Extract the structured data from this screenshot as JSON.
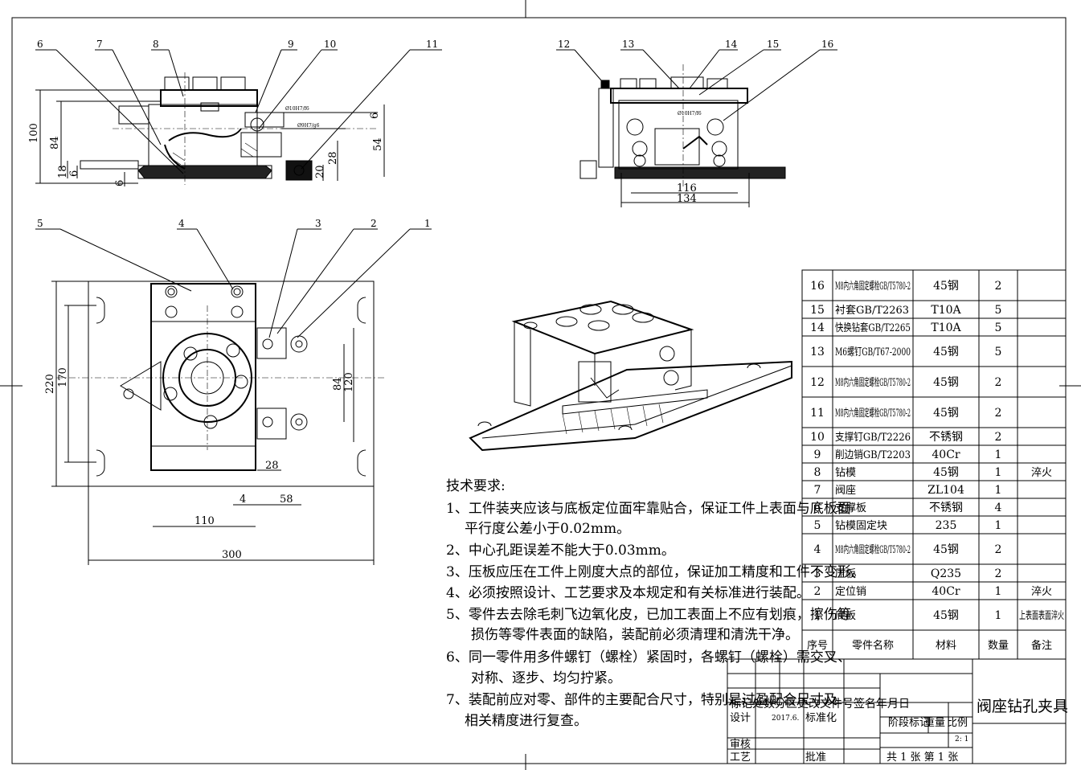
{
  "callouts_top_left": [
    "6",
    "7",
    "8",
    "9",
    "10",
    "11"
  ],
  "callouts_top_right": [
    "12",
    "13",
    "14",
    "15",
    "16"
  ],
  "callouts_plan": [
    "5",
    "4",
    "3",
    "2",
    "1"
  ],
  "dims_front": {
    "h100": "100",
    "h84": "84",
    "h18": "18",
    "h6a": "6",
    "h6b": "6",
    "fit1": "Ø10H7/f6",
    "fit2": "Ø9H7/g6",
    "h54": "54",
    "h6c": "6",
    "h28": "28",
    "h20": "20"
  },
  "dims_side": {
    "w116": "116",
    "w134": "134",
    "fit3": "Ø10H7/f6"
  },
  "dims_plan": {
    "h220": "220",
    "h170": "170",
    "h84": "84",
    "h120": "120",
    "w28": "28",
    "w4": "4",
    "w58": "58",
    "w110": "110",
    "w300": "300"
  },
  "tech": {
    "title": "技术要求:",
    "l1": "1、工件装夹应该与底板定位面牢靠贴合，保证工件上表面与底板面",
    "l1b": "平行度公差小于0.02mm。",
    "l2": "2、中心孔距误差不能大于0.03mm。",
    "l3": "3、压板应压在工件上刚度大点的部位，保证加工精度和工件不变形。",
    "l4": "4、必须按照设计、工艺要求及本规定和有关标准进行装配。",
    "l5": "5、零件去去除毛刺飞边氧化皮，已加工表面上不应有划痕，擦伤等",
    "l5b": "损伤等零件表面的缺陷，装配前必须清理和清洗干净。",
    "l6": "6、同一零件用多件螺钉（螺栓）紧固时，各螺钉（螺栓）需交叉、",
    "l6b": "对称、逐步、均匀拧紧。",
    "l7": "7、装配前应对零、部件的主要配合尺寸，特别是过盈配合尺寸及",
    "l7b": "相关精度进行复查。"
  },
  "bom": {
    "rows": [
      {
        "no": "16",
        "name": "M8内六角固定螺栓GB/T5780-2",
        "mat": "45钢",
        "qty": "2",
        "note": ""
      },
      {
        "no": "15",
        "name": "衬套GB/T2263",
        "mat": "T10A",
        "qty": "5",
        "note": ""
      },
      {
        "no": "14",
        "name": "快换钻套GB/T2265",
        "mat": "T10A",
        "qty": "5",
        "note": ""
      },
      {
        "no": "13",
        "name": "M6螺钉GB/T67-2000",
        "mat": "45钢",
        "qty": "5",
        "note": ""
      },
      {
        "no": "12",
        "name": "M8内六角固定螺栓GB/T5780-2",
        "mat": "45钢",
        "qty": "2",
        "note": ""
      },
      {
        "no": "11",
        "name": "M8内六角固定螺栓GB/T5780-2",
        "mat": "45钢",
        "qty": "2",
        "note": ""
      },
      {
        "no": "10",
        "name": "支撑钉GB/T2226",
        "mat": "不锈钢",
        "qty": "2",
        "note": ""
      },
      {
        "no": "9",
        "name": "削边销GB/T2203",
        "mat": "40Cr",
        "qty": "1",
        "note": ""
      },
      {
        "no": "8",
        "name": "钻模",
        "mat": "45钢",
        "qty": "1",
        "note": "淬火"
      },
      {
        "no": "7",
        "name": "阀座",
        "mat": "ZL104",
        "qty": "1",
        "note": ""
      },
      {
        "no": "6",
        "name": "支撑板",
        "mat": "不锈钢",
        "qty": "4",
        "note": ""
      },
      {
        "no": "5",
        "name": "钻模固定块",
        "mat": "235",
        "qty": "1",
        "note": ""
      },
      {
        "no": "4",
        "name": "M8内六角固定螺栓GB/T5780-2",
        "mat": "45钢",
        "qty": "2",
        "note": ""
      },
      {
        "no": "3",
        "name": "压板",
        "mat": "Q235",
        "qty": "2",
        "note": ""
      },
      {
        "no": "2",
        "name": "定位销",
        "mat": "40Cr",
        "qty": "1",
        "note": "淬火"
      },
      {
        "no": "1",
        "name": "底板",
        "mat": "45钢",
        "qty": "1",
        "note": "上表面表面淬火"
      }
    ],
    "header": {
      "no": "序号",
      "name": "零件名称",
      "mat": "材料",
      "qty": "数量",
      "note": "备注"
    }
  },
  "title_block": {
    "row1": "标记处数分区更改文件号签名年月日",
    "design": "设计",
    "date": "2017.6.",
    "std": "标准化",
    "stage": "阶段标记",
    "weight": "重量",
    "scale_lbl": "比例",
    "scale": "2: 1",
    "review": "审核",
    "process": "工艺",
    "approve": "批准",
    "sheet": "共 1  张 第 1 张",
    "drawing_name": "阀座钻孔夹具"
  }
}
